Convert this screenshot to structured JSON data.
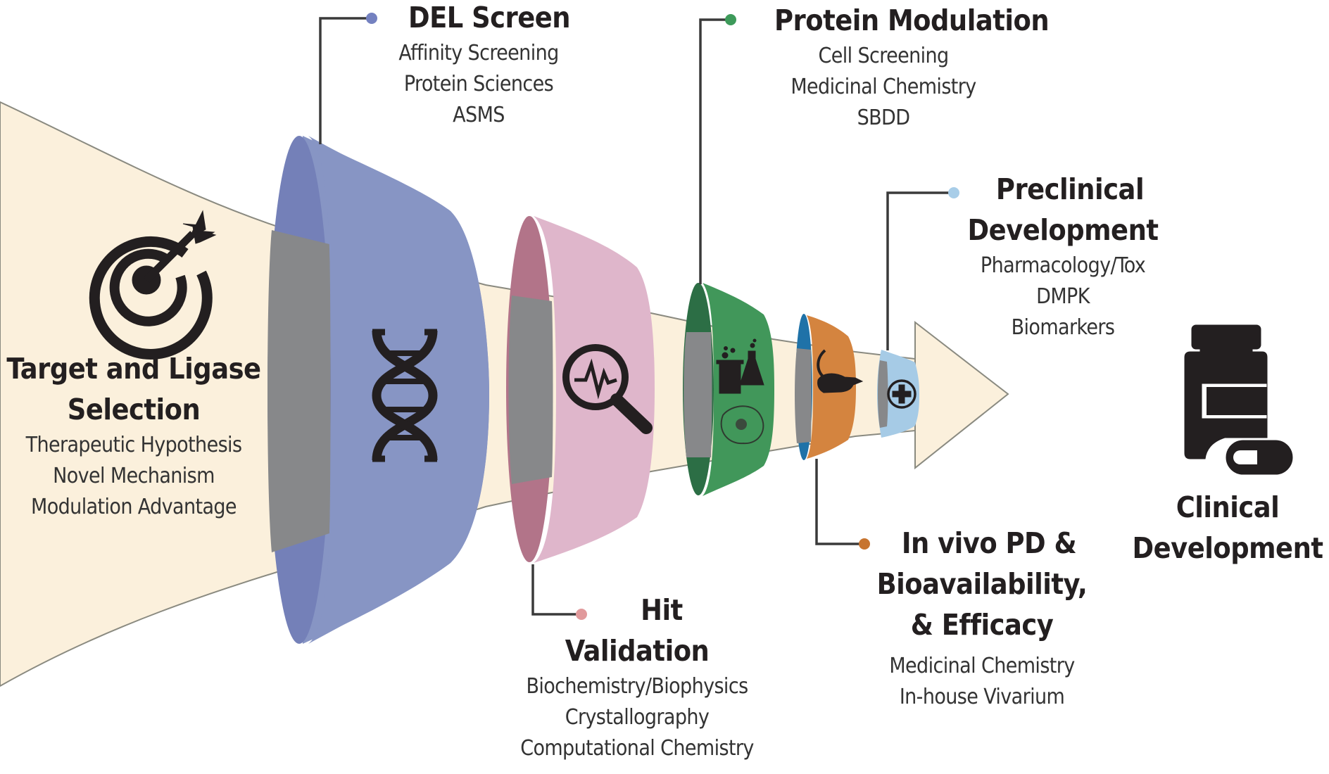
{
  "diagram": {
    "type": "drug-discovery-funnel",
    "colors": {
      "funnel_fill": "#fbf0dc",
      "funnel_stroke": "#8a8a80",
      "gray_inner": "#87888a",
      "connector": "#3a3a3a",
      "icon": "#231f20"
    },
    "stages": [
      {
        "id": "target",
        "title_lines": [
          "Target and Ligase",
          "Selection"
        ],
        "details": [
          "Therapeutic Hypothesis",
          "Novel Mechanism",
          "Modulation Advantage"
        ],
        "icon": "target-arrow-icon"
      },
      {
        "id": "del",
        "title_lines": [
          "DEL Screen"
        ],
        "details": [
          "Affinity Screening",
          "Protein Sciences",
          "ASMS"
        ],
        "icon": "dna-icon",
        "color": "#8795c4",
        "rim_color": "#7480b8",
        "dot_color": "#7481c0"
      },
      {
        "id": "hit",
        "title_lines": [
          "Hit",
          "Validation"
        ],
        "details": [
          "Biochemistry/Biophysics",
          "Crystallography",
          "Computational Chemistry"
        ],
        "icon": "magnifier-signal-icon",
        "color": "#dfb6cb",
        "rim_color": "#b27489",
        "dot_color": "#e19a9c"
      },
      {
        "id": "protein",
        "title_lines": [
          "Protein Modulation"
        ],
        "details": [
          "Cell Screening",
          "Medicinal Chemistry",
          "SBDD"
        ],
        "icon": "lab-glassware-cell-icon",
        "color": "#41975a",
        "rim_color": "#2c6e45",
        "dot_color": "#3d9a5a"
      },
      {
        "id": "invivo",
        "title_lines": [
          "In vivo PD &",
          "Bioavailability,",
          "& Efficacy"
        ],
        "details": [
          "Medicinal Chemistry",
          "In-house Vivarium"
        ],
        "icon": "rodent-icon",
        "color": "#d4843f",
        "rim_color": "#1f72a8",
        "dot_color": "#c7742f"
      },
      {
        "id": "preclinical",
        "title_lines": [
          "Preclinical",
          "Development"
        ],
        "details": [
          "Pharmacology/Tox",
          "DMPK",
          "Biomarkers"
        ],
        "icon": "medical-cross-icon",
        "color": "#a6cbe6",
        "rim_color": "#87888a",
        "dot_color": "#a8cde8"
      },
      {
        "id": "clinical",
        "title_lines": [
          "Clinical",
          "Development"
        ],
        "details": [],
        "icon": "pill-bottle-icon"
      }
    ]
  }
}
